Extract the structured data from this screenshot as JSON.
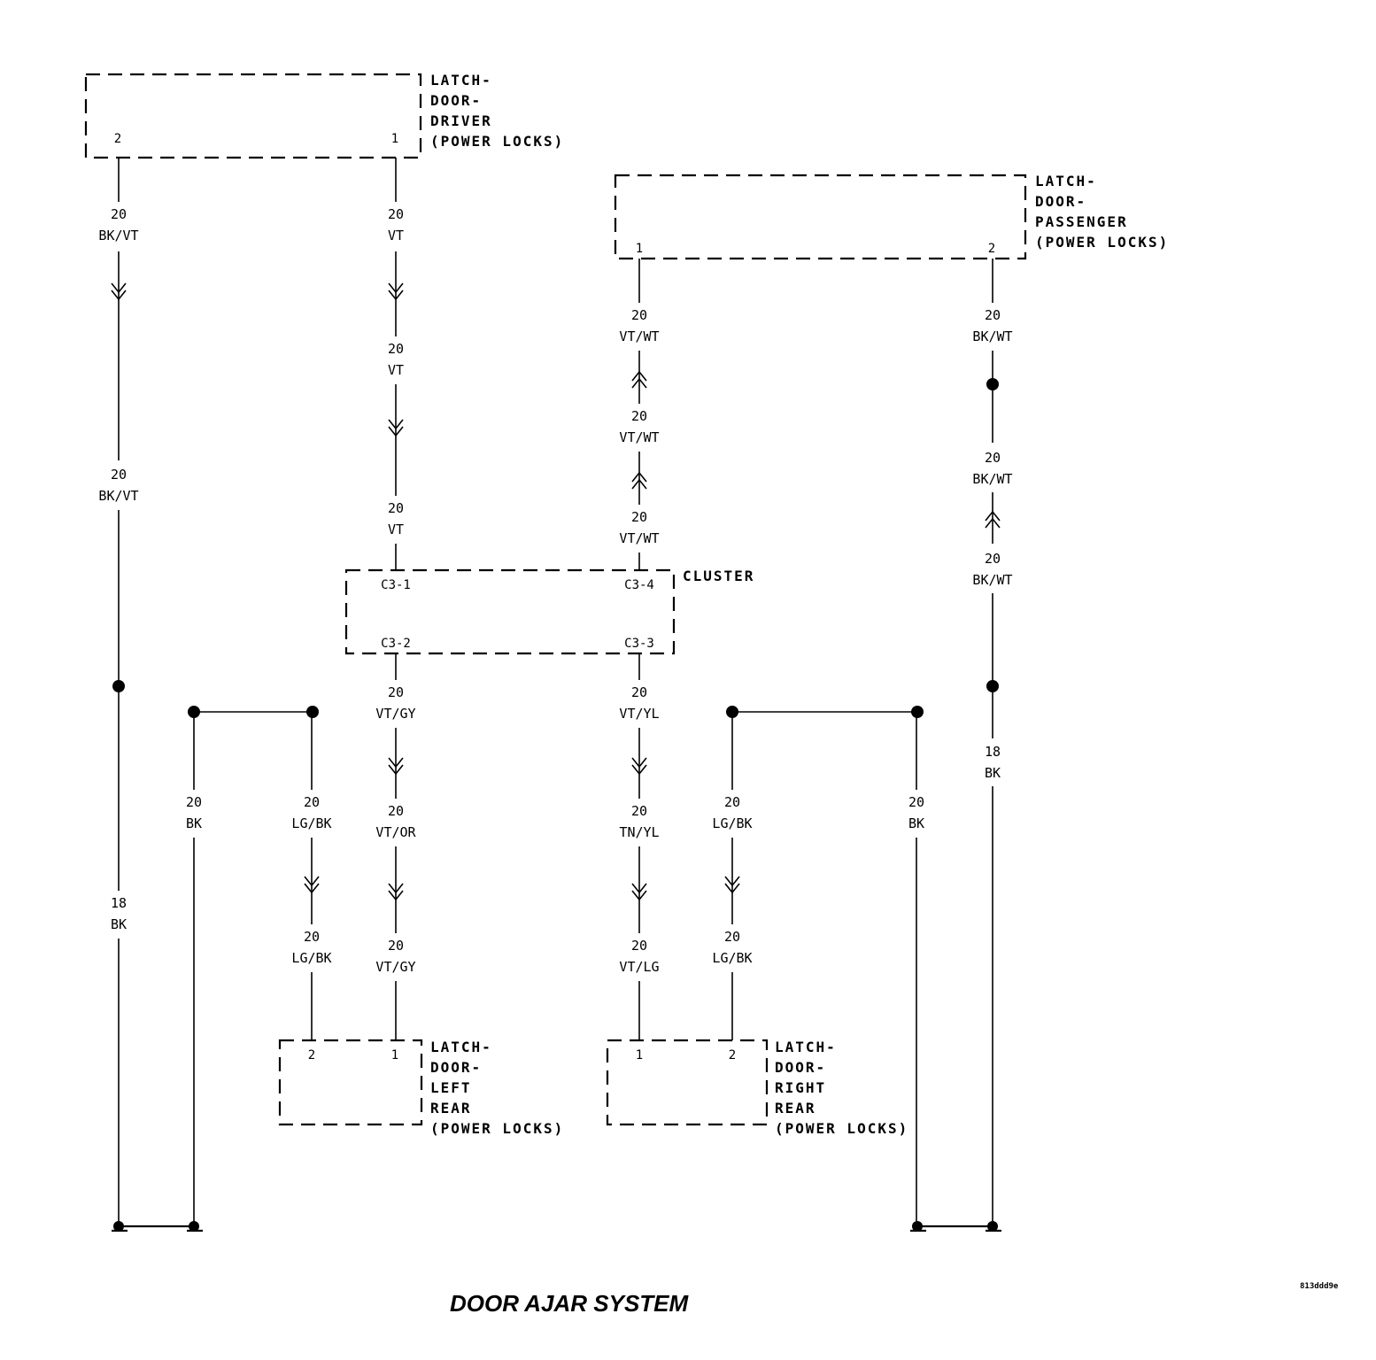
{
  "title": "DOOR AJAR SYSTEM",
  "ref_code": "813ddd9e",
  "components": {
    "driver_latch": {
      "lines": [
        "LATCH-",
        "DOOR-",
        "DRIVER",
        "(POWER LOCKS)"
      ],
      "pins": [
        "2",
        "1"
      ]
    },
    "passenger_latch": {
      "lines": [
        "LATCH-",
        "DOOR-",
        "PASSENGER",
        "(POWER LOCKS)"
      ],
      "pins": [
        "1",
        "2"
      ]
    },
    "cluster": {
      "lines": [
        "CLUSTER"
      ],
      "pins": [
        "C3-1",
        "C3-4",
        "C3-2",
        "C3-3"
      ]
    },
    "left_rear_latch": {
      "lines": [
        "LATCH-",
        "DOOR-",
        "LEFT",
        "REAR",
        "(POWER LOCKS)"
      ],
      "pins": [
        "2",
        "1"
      ]
    },
    "right_rear_latch": {
      "lines": [
        "LATCH-",
        "DOOR-",
        "RIGHT",
        "REAR",
        "(POWER LOCKS)"
      ],
      "pins": [
        "1",
        "2"
      ]
    }
  },
  "wire_labels": [
    {
      "gauge": "20",
      "color": "BK/VT"
    },
    {
      "gauge": "20",
      "color": "BK/VT"
    },
    {
      "gauge": "18",
      "color": "BK"
    },
    {
      "gauge": "20",
      "color": "VT"
    },
    {
      "gauge": "20",
      "color": "VT"
    },
    {
      "gauge": "20",
      "color": "VT"
    },
    {
      "gauge": "20",
      "color": "VT/WT"
    },
    {
      "gauge": "20",
      "color": "VT/WT"
    },
    {
      "gauge": "20",
      "color": "VT/WT"
    },
    {
      "gauge": "20",
      "color": "BK/WT"
    },
    {
      "gauge": "20",
      "color": "BK/WT"
    },
    {
      "gauge": "20",
      "color": "BK/WT"
    },
    {
      "gauge": "18",
      "color": "BK"
    },
    {
      "gauge": "20",
      "color": "BK"
    },
    {
      "gauge": "20",
      "color": "LG/BK"
    },
    {
      "gauge": "20",
      "color": "LG/BK"
    },
    {
      "gauge": "20",
      "color": "VT/GY"
    },
    {
      "gauge": "20",
      "color": "VT/OR"
    },
    {
      "gauge": "20",
      "color": "VT/GY"
    },
    {
      "gauge": "20",
      "color": "VT/YL"
    },
    {
      "gauge": "20",
      "color": "TN/YL"
    },
    {
      "gauge": "20",
      "color": "VT/LG"
    },
    {
      "gauge": "20",
      "color": "LG/BK"
    },
    {
      "gauge": "20",
      "color": "LG/BK"
    },
    {
      "gauge": "20",
      "color": "BK"
    }
  ]
}
